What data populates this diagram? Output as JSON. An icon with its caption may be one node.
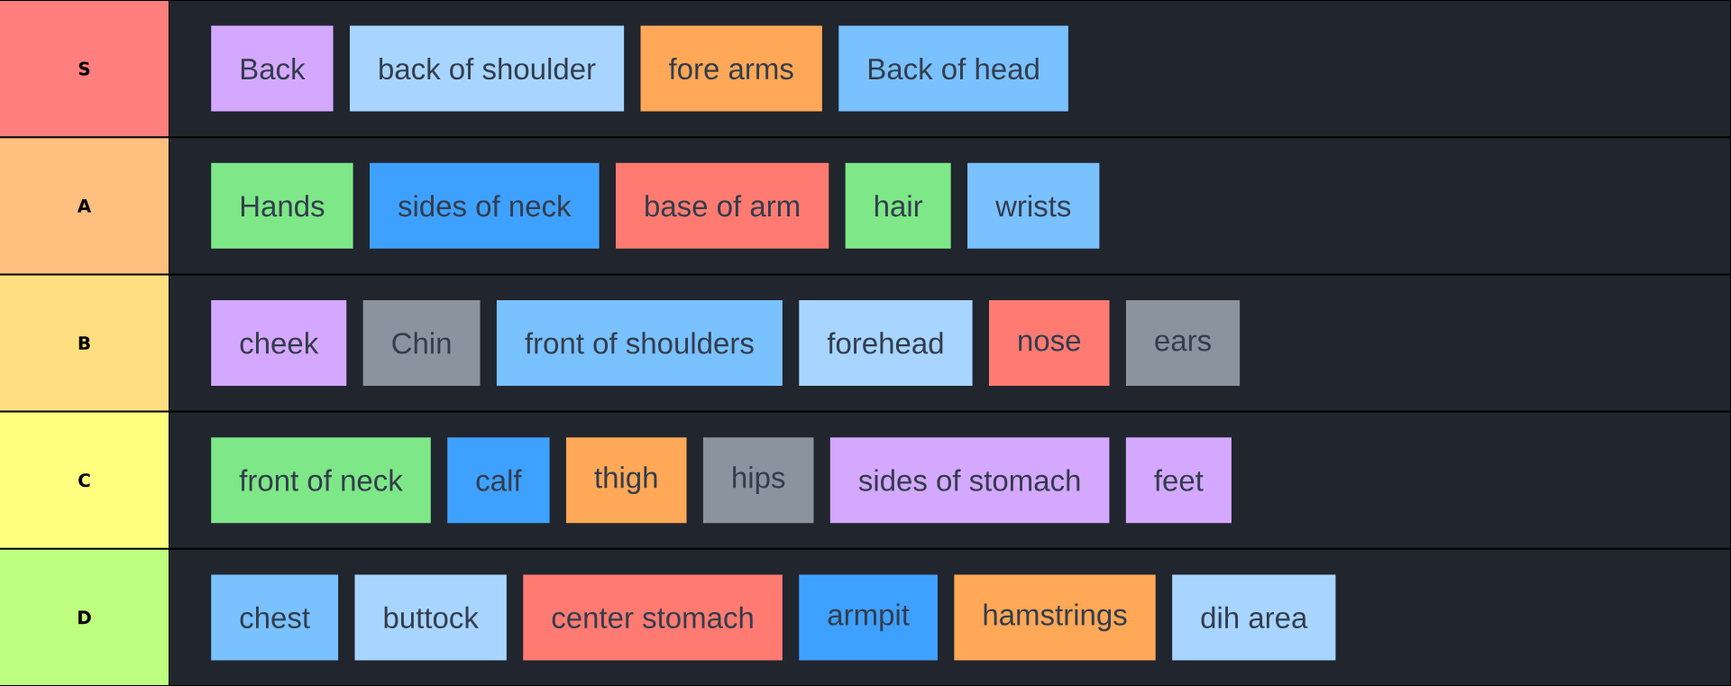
{
  "diagram": {
    "nodes": [
      {
        "text": [
          "S"
        ]
      },
      {
        "text": [
          "Back"
        ]
      },
      {
        "text": [
          "back of shoulder"
        ]
      },
      {
        "text": [
          "fore arms"
        ]
      },
      {
        "text": [
          "Back of head"
        ]
      },
      {
        "text": [
          "A"
        ]
      },
      {
        "text": [
          "Hands"
        ]
      },
      {
        "text": [
          "sides of neck"
        ]
      },
      {
        "text": [
          "base of arm"
        ]
      },
      {
        "text": [
          "hair"
        ]
      },
      {
        "text": [
          "wrists"
        ]
      },
      {
        "text": [
          "B"
        ]
      },
      {
        "text": [
          "cheek"
        ]
      },
      {
        "text": [
          "Chin"
        ]
      },
      {
        "text": [
          "front of shoulders"
        ]
      },
      {
        "text": [
          "forehead"
        ]
      },
      {
        "text": [
          "nose"
        ]
      },
      {
        "text": [
          "ears"
        ]
      },
      {
        "text": [
          "C"
        ]
      },
      {
        "text": [
          "front of neck"
        ]
      },
      {
        "text": [
          "calf"
        ]
      },
      {
        "text": [
          "thigh"
        ]
      },
      {
        "text": [
          "hips"
        ]
      },
      {
        "text": [
          "sides of stomach"
        ]
      },
      {
        "text": [
          "feet"
        ]
      },
      {
        "text": [
          "D"
        ]
      },
      {
        "text": [
          "chest"
        ]
      },
      {
        "text": [
          "buttock"
        ]
      },
      {
        "text": [
          "center stomach"
        ]
      },
      {
        "text": [
          "armpit"
        ]
      },
      {
        "text": [
          "hamstrings"
        ]
      },
      {
        "text": [
          "dih area"
        ]
      }
    ]
  }
}
